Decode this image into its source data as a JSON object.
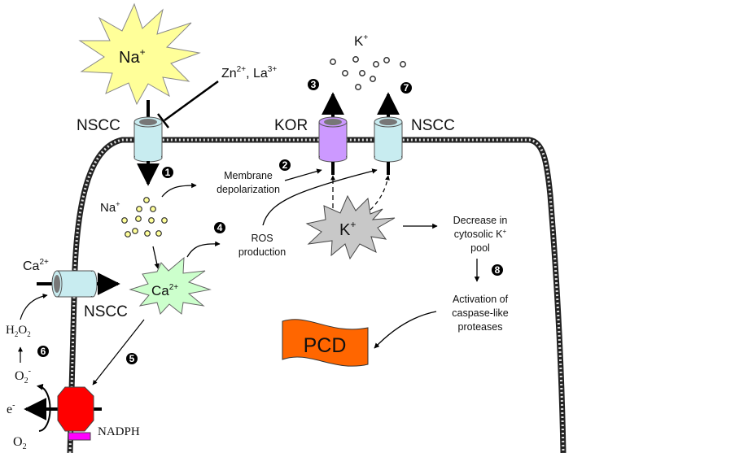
{
  "diagram": {
    "title": "Salt-stress induced K+ efflux and programmed cell death pathway",
    "colors": {
      "na_burst": "#ffff99",
      "ca_burst": "#ccffcc",
      "k_burst": "#c8c8c8",
      "nscc_channel": "#c8ecf0",
      "kor_channel": "#cc99ff",
      "nadph_oxidase": "#ff0000",
      "nadph_tab": "#ff00ff",
      "pcd_flag": "#ff6600",
      "membrane": "#333333",
      "na_ion": "#ffff99"
    },
    "labels": {
      "na_burst": "Na",
      "na_burst_sup": "+",
      "inhibitors_zn": "Zn",
      "inhibitors_zn_sup": "2+",
      "inhibitors_sep": ", La",
      "inhibitors_la_sup": "3+",
      "nscc_top_left": "NSCC",
      "kor": "KOR",
      "nscc_top_right": "NSCC",
      "k_outside": "K",
      "k_outside_sup": "+",
      "na_inside": "Na",
      "na_inside_sup": "+",
      "membrane_depol_1": "Membrane",
      "membrane_depol_2": "depolarization",
      "ros_1": "ROS",
      "ros_2": "production",
      "k_burst": "K",
      "k_burst_sup": "+",
      "decrease_1": "Decrease in",
      "decrease_2": "cytosolic K",
      "decrease_2_sup": "+",
      "decrease_3": "pool",
      "activation_1": "Activation of",
      "activation_2": "caspase-like",
      "activation_3": "proteases",
      "pcd": "PCD",
      "ca_outside": "Ca",
      "ca_outside_sup": "2+",
      "ca_burst": "Ca",
      "ca_burst_sup": "2+",
      "nscc_left": "NSCC",
      "h2o2_h": "H",
      "h2o2_2a": "2",
      "h2o2_o": "O",
      "h2o2_2b": "2",
      "superoxide": "O",
      "superoxide_sub": "2",
      "superoxide_sup": "-",
      "electron": "e",
      "electron_sup": "-",
      "oxygen": "O",
      "oxygen_sub": "2",
      "nadph": "NADPH"
    },
    "steps": [
      "1",
      "2",
      "3",
      "4",
      "5",
      "6",
      "7",
      "8"
    ]
  }
}
